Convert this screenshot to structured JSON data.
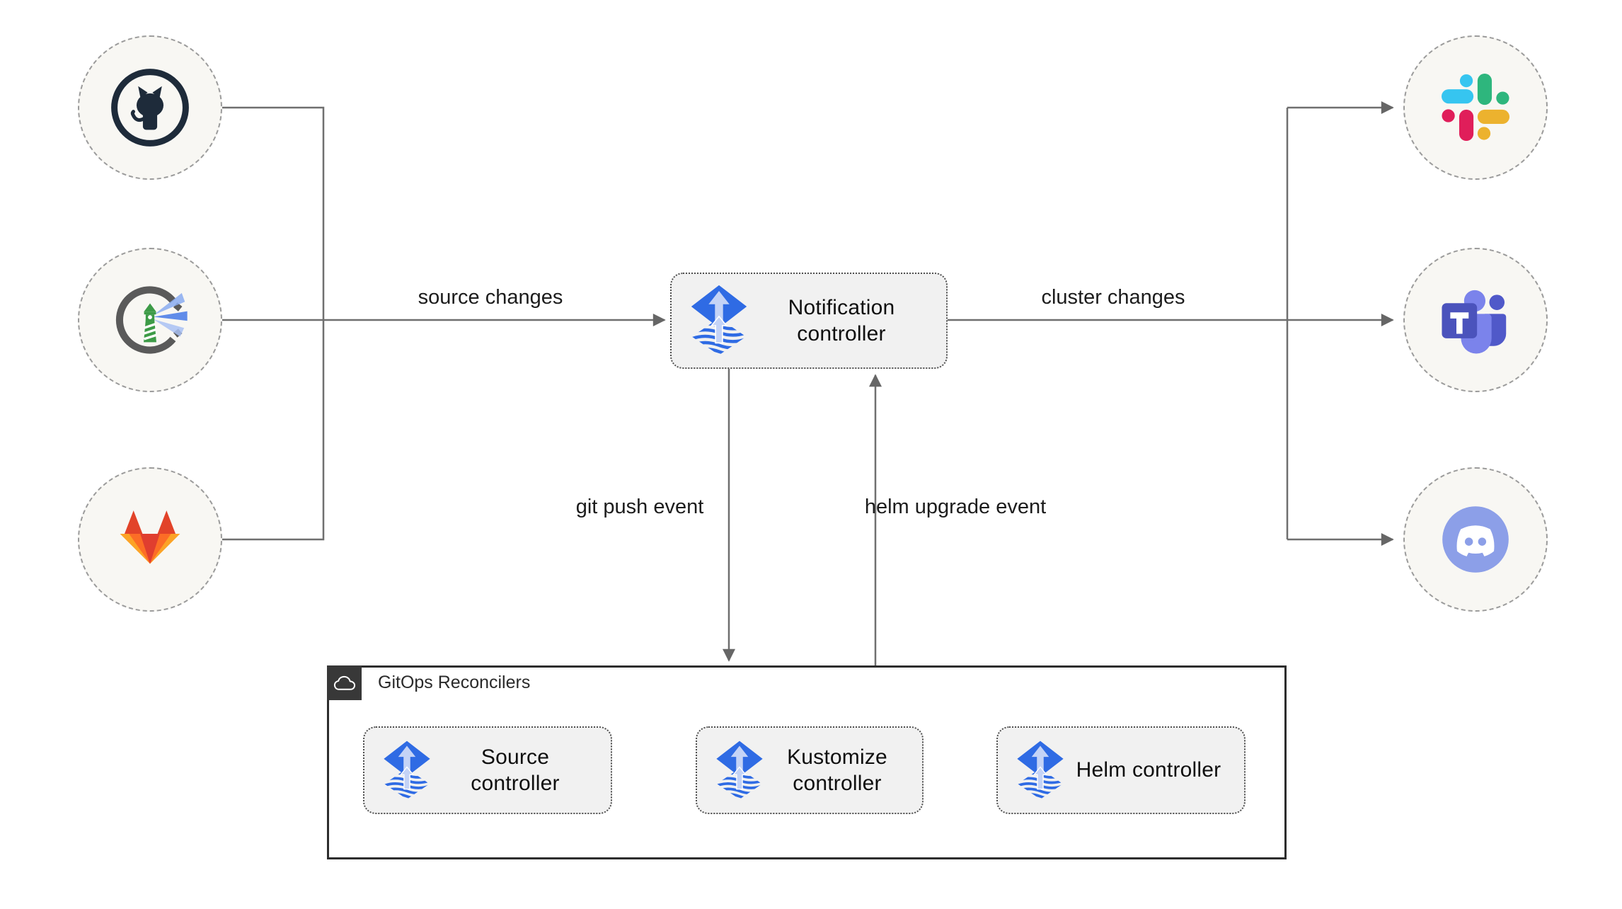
{
  "notification_controller": {
    "label": "Notification controller",
    "icon": "flux-icon"
  },
  "gitops_reconcilers": {
    "title": "GitOps Reconcilers",
    "badge_icon": "cloud-icon",
    "nodes": [
      {
        "label": "Source controller",
        "icon": "flux-icon"
      },
      {
        "label": "Kustomize controller",
        "icon": "flux-icon"
      },
      {
        "label": "Helm controller",
        "icon": "flux-icon"
      }
    ]
  },
  "source_nodes": [
    {
      "icon": "github-icon"
    },
    {
      "icon": "harbor-lighthouse-icon"
    },
    {
      "icon": "gitlab-icon"
    }
  ],
  "target_nodes": [
    {
      "icon": "slack-icon"
    },
    {
      "icon": "teams-icon"
    },
    {
      "icon": "discord-icon"
    }
  ],
  "edge_labels": {
    "source_changes": "source changes",
    "cluster_changes": "cluster changes",
    "git_push_event": "git push event",
    "helm_upgrade_event": "helm upgrade event"
  },
  "edges": [
    {
      "from": "github",
      "to": "notification-controller",
      "label": "source changes"
    },
    {
      "from": "harbor",
      "to": "notification-controller",
      "label": "source changes"
    },
    {
      "from": "gitlab",
      "to": "notification-controller",
      "label": "source changes"
    },
    {
      "from": "notification-controller",
      "to": "slack",
      "label": "cluster changes"
    },
    {
      "from": "notification-controller",
      "to": "teams",
      "label": "cluster changes"
    },
    {
      "from": "notification-controller",
      "to": "discord",
      "label": "cluster changes"
    },
    {
      "from": "notification-controller",
      "to": "gitops-reconcilers",
      "label": "git push event"
    },
    {
      "from": "gitops-reconcilers",
      "to": "notification-controller",
      "label": "helm upgrade event"
    },
    {
      "from": "source-controller",
      "to": "kustomize-controller",
      "label": ""
    },
    {
      "from": "kustomize-controller",
      "to": "helm-controller",
      "label": ""
    }
  ],
  "colors": {
    "flux_blue": "#2f6be4",
    "flux_light_arrow": "#c4d3f6",
    "line_gray": "#6f6f6f",
    "box_fill": "#f1f1f1",
    "circle_fill": "#f8f7f3",
    "big_box_border": "#2d2d2d",
    "badge_bg": "#383838",
    "github_navy": "#1e2b3a",
    "harbor_green": "#3d9b47",
    "gitlab_red": "#e24329",
    "gitlab_orange": "#fc6d26",
    "gitlab_yellow": "#fca326",
    "slack_blue": "#36C5F0",
    "slack_green": "#2EB67D",
    "slack_red": "#E01E5A",
    "slack_yellow": "#ECB22E",
    "teams_purple_dark": "#4b53bc",
    "teams_purple_light": "#7b83eb",
    "discord_blurple": "#8c9fe8"
  }
}
